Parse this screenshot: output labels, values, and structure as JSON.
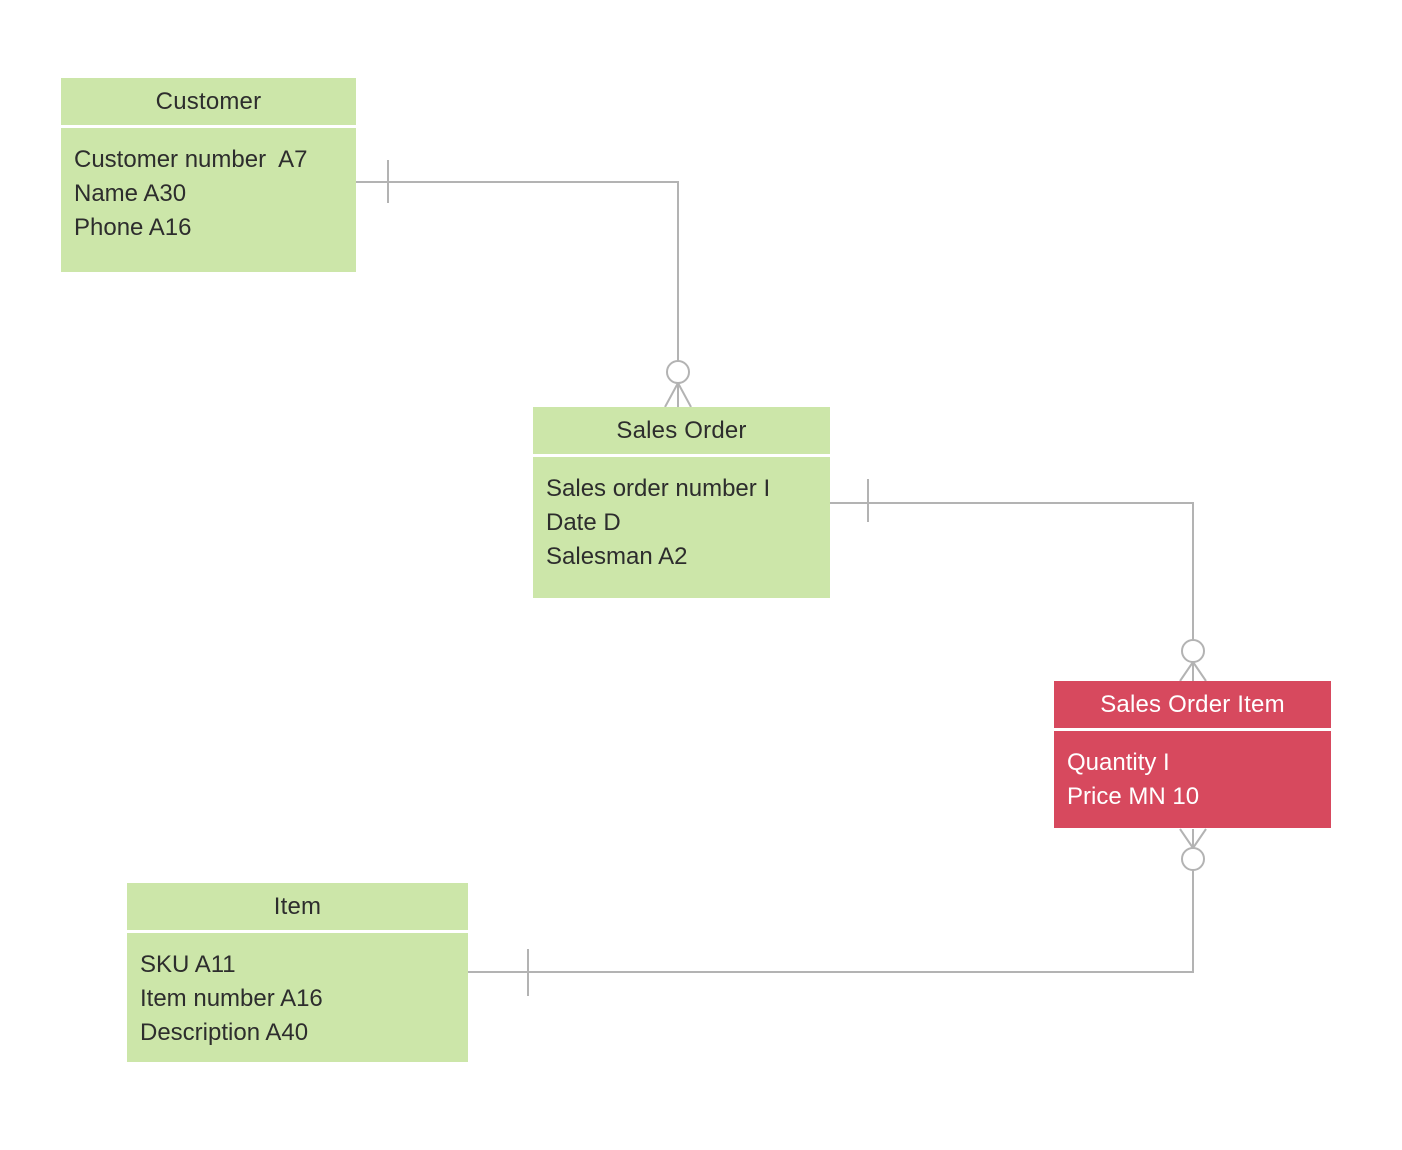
{
  "diagram_type": "entity-relationship-diagram",
  "entities": [
    {
      "id": "customer",
      "title": "Customer",
      "attributes": [
        "Customer number  A7",
        "Name A30",
        "Phone A16"
      ],
      "style": "green"
    },
    {
      "id": "sales-order",
      "title": "Sales Order",
      "attributes": [
        "Sales order number I",
        "Date D",
        "Salesman A2"
      ],
      "style": "green"
    },
    {
      "id": "sales-order-item",
      "title": "Sales Order Item",
      "attributes": [
        "Quantity I",
        "Price MN 10"
      ],
      "style": "red"
    },
    {
      "id": "item",
      "title": "Item",
      "attributes": [
        "SKU A11",
        "Item number A16",
        "Description A40"
      ],
      "style": "green"
    }
  ],
  "relationships": [
    {
      "from": "Customer",
      "to": "Sales Order",
      "from_cardinality": "exactly-one",
      "to_cardinality": "zero-or-many"
    },
    {
      "from": "Sales Order",
      "to": "Sales Order Item",
      "from_cardinality": "exactly-one",
      "to_cardinality": "zero-or-many"
    },
    {
      "from": "Item",
      "to": "Sales Order Item",
      "from_cardinality": "exactly-one",
      "to_cardinality": "zero-or-many"
    }
  ],
  "colors": {
    "entity_green": "#cce6a9",
    "entity_red": "#d7495e",
    "line_gray": "#b3b3b3",
    "text_dark": "#2d2d2d",
    "text_light": "#ffffff",
    "background": "#ffffff"
  }
}
